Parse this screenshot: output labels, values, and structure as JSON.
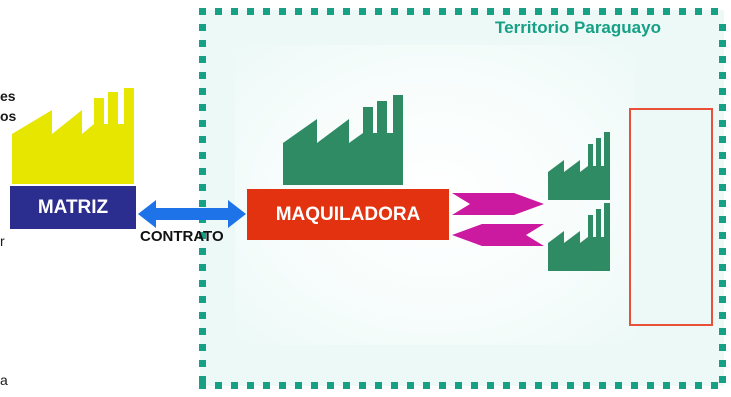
{
  "territory": {
    "label": "Territorio Paraguayo"
  },
  "left_fragments": {
    "line1": "es",
    "line2": "os",
    "line3": "r",
    "line4": "a"
  },
  "matriz": {
    "label": "MATRIZ"
  },
  "maquiladora": {
    "label": "MAQUILADORA"
  },
  "contract": {
    "label": "CONTRATO"
  },
  "colors": {
    "territory_border": "#16a085",
    "territory_fill": "#edf9f7",
    "matriz_factory": "#e6e600",
    "matriz_box": "#2b2e8f",
    "maquiladora_box": "#e2320f",
    "factory_green": "#2e8b63",
    "contract_arrow": "#1e73e8",
    "flow_arrows": "#cc1aa0",
    "market_border": "#e8503a"
  },
  "icons": [
    "factory-icon",
    "double-arrow-icon",
    "right-arrow-icon",
    "left-arrow-icon"
  ]
}
